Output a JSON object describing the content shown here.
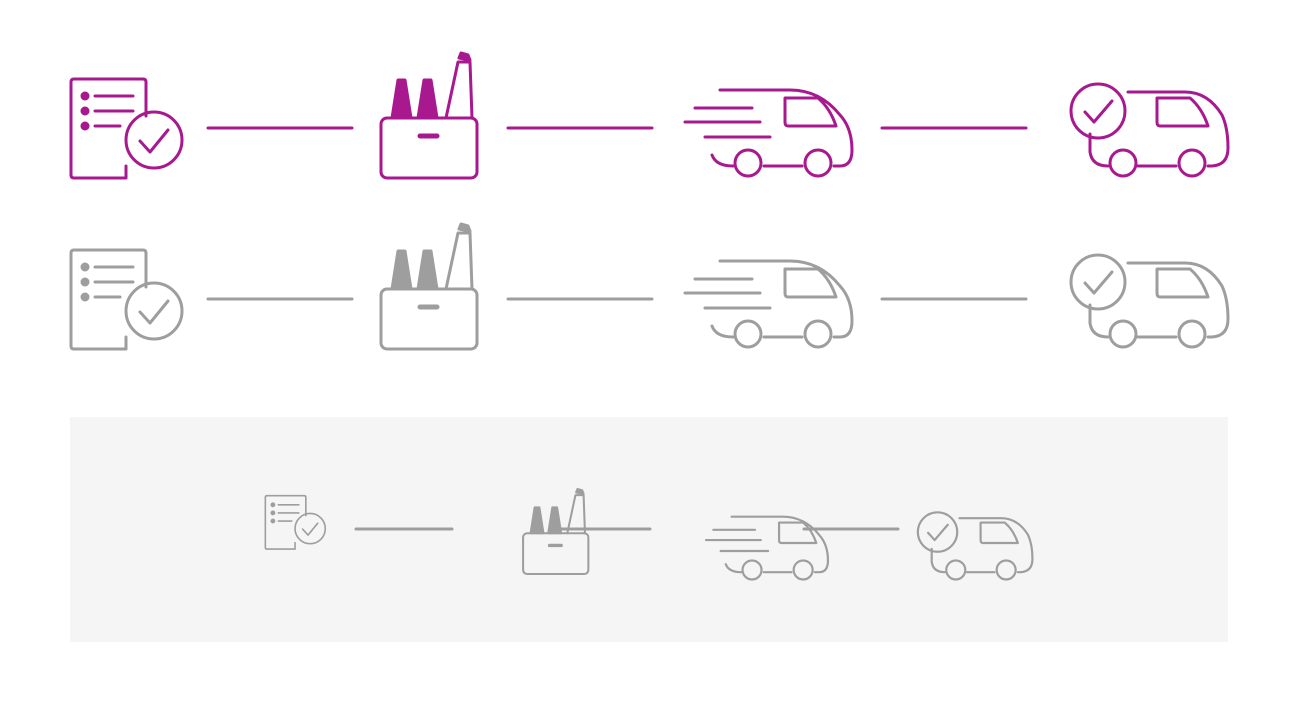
{
  "colors": {
    "active": "#A8188E",
    "inactive": "#9E9E9E",
    "panel_background": "#F5F5F5",
    "page_background": "#FFFFFF"
  },
  "steps": [
    {
      "id": "order-confirmed",
      "icon": "checklist-check-icon"
    },
    {
      "id": "order-packed",
      "icon": "pen-holder-box-icon"
    },
    {
      "id": "in-transit",
      "icon": "speeding-van-icon"
    },
    {
      "id": "delivered",
      "icon": "van-check-icon"
    }
  ],
  "variants": [
    {
      "name": "active",
      "color_key": "active"
    },
    {
      "name": "inactive",
      "color_key": "inactive"
    },
    {
      "name": "compact-inactive",
      "color_key": "inactive"
    }
  ]
}
